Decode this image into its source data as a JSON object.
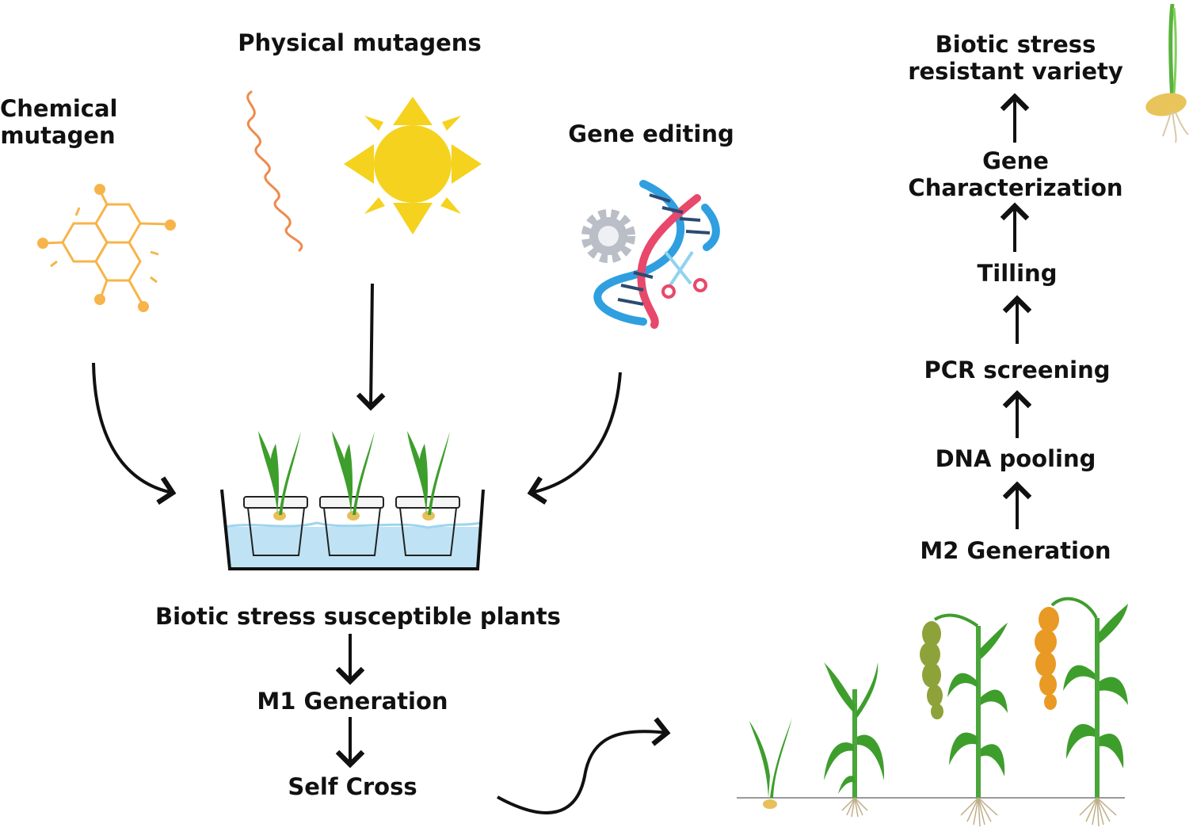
{
  "inputs": {
    "chemical": "Chemical\nmutagen",
    "physical": "Physical mutagens",
    "gene_editing": "Gene editing"
  },
  "left_flow": {
    "susceptible": "Biotic stress susceptible plants",
    "m1": "M1 Generation",
    "self_cross": "Self Cross"
  },
  "right_flow": {
    "m2": "M2 Generation",
    "dna_pooling": "DNA pooling",
    "pcr": "PCR screening",
    "tilling": "Tilling",
    "gene_char": "Gene\nCharacterization",
    "resistant": "Biotic stress\nresistant variety"
  },
  "colors": {
    "chemical": "#f7b44a",
    "wave": "#ee8a4c",
    "sun": "#f5d21e",
    "dna_red": "#e8486b",
    "dna_blue": "#2f9fe0",
    "gear": "#b9bec7",
    "leaf": "#3e9e2c",
    "water": "#bfe3f5",
    "millet_green": "#8ea23a",
    "millet_orange": "#e99a24"
  }
}
